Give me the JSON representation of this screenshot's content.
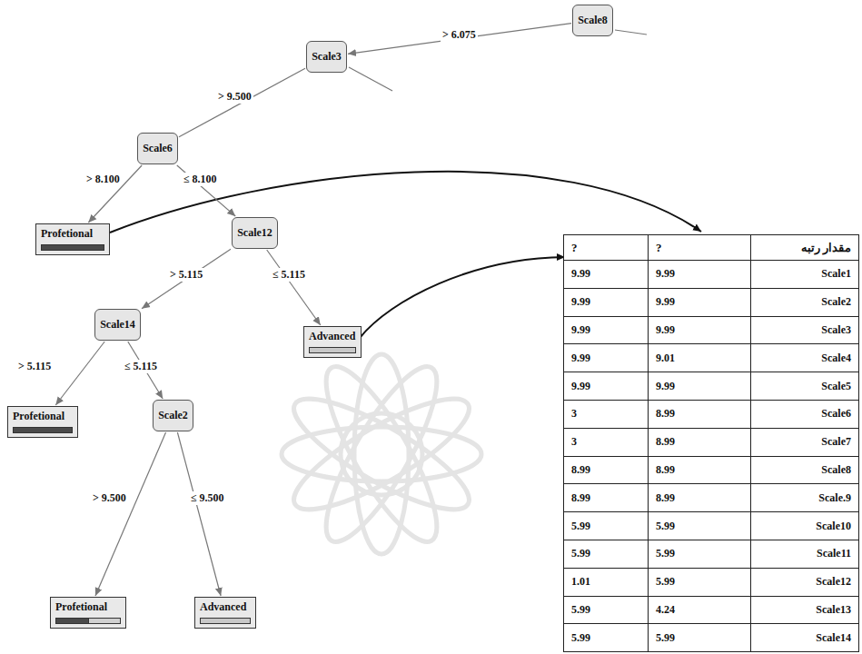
{
  "diagram": {
    "nodes": [
      {
        "text": [
          "Scale8"
        ]
      },
      {
        "text": [
          "Scale3"
        ]
      },
      {
        "text": [
          "Scale6"
        ]
      },
      {
        "text": [
          "Profetional"
        ]
      },
      {
        "text": [
          "Scale12"
        ]
      },
      {
        "text": [
          "Scale14"
        ]
      },
      {
        "text": [
          "Advanced"
        ]
      },
      {
        "text": [
          "Profetional"
        ]
      },
      {
        "text": [
          "Scale2"
        ]
      },
      {
        "text": [
          "Profetional"
        ]
      },
      {
        "text": [
          "Advanced"
        ]
      }
    ],
    "edges": [
      {
        "from": 0,
        "to": 1,
        "label": "> 6.075",
        "arrow": "to"
      },
      {
        "from": 1,
        "to": 2,
        "label": "> 9.500",
        "arrow": "none"
      },
      {
        "from": 2,
        "to": 3,
        "label": "> 8.100",
        "arrow": "to"
      },
      {
        "from": 2,
        "to": 4,
        "label": "≤ 8.100",
        "arrow": "to"
      },
      {
        "from": 4,
        "to": 5,
        "label": "> 5.115",
        "arrow": "to"
      },
      {
        "from": 4,
        "to": 6,
        "label": "≤ 5.115",
        "arrow": "to"
      },
      {
        "from": 5,
        "to": 7,
        "label": "> 5.115",
        "arrow": "to"
      },
      {
        "from": 5,
        "to": 8,
        "label": "≤ 5.115",
        "arrow": "to"
      },
      {
        "from": 8,
        "to": 9,
        "label": "> 9.500",
        "arrow": "to"
      },
      {
        "from": 8,
        "to": 10,
        "label": "≤ 9.500",
        "arrow": "to"
      }
    ],
    "labels": [
      "?",
      "?",
      "مقدار رتبه",
      "9.99",
      "9.99",
      "Scale1",
      "9.99",
      "9.99",
      "Scale2",
      "9.99",
      "9.99",
      "Scale3",
      "9.99",
      "9.01",
      "Scale4",
      "9.99",
      "9.99",
      "Scale5",
      "3",
      "8.99",
      "Scale6",
      "3",
      "8.99",
      "Scale7",
      "8.99",
      "8.99",
      "Scale8",
      "8.99",
      "8.99",
      "Scale.9",
      "5.99",
      "5.99",
      "Scale10",
      "5.99",
      "5.99",
      "Scale11",
      "1.01",
      "5.99",
      "Scale12",
      "5.99",
      "4.24",
      "Scale13",
      "5.99",
      "5.99",
      "Scale14"
    ]
  }
}
